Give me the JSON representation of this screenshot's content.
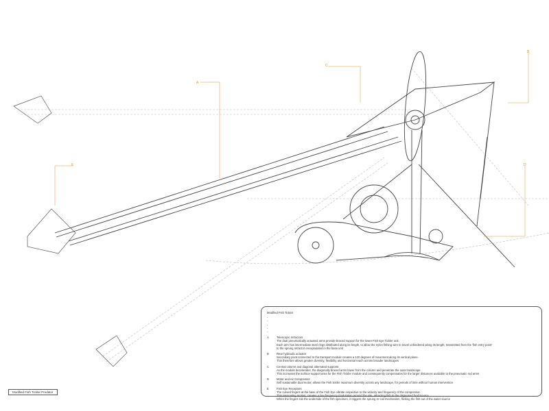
{
  "callouts": {
    "a": "A",
    "b": "B",
    "c": "C",
    "d": "D",
    "e": "E"
  },
  "accent_color": "#e8902a",
  "legend": {
    "title": "Modified Fish Tickler",
    "dashes": [
      "-",
      "-",
      "-",
      "-",
      "-"
    ],
    "entries": [
      {
        "key": "A",
        "heading": "Telescopic retractors",
        "lines": [
          "The dual pneumatically actuated arms provide braced support for the lower Fish Eye Tickler unit.",
          "Each arm has intermediate steel rings distributed along its length, to allow the nylon fishing wire to travel unhindered along its length, transmitted from the 'fish entry point'",
          "to the sprung retractor encapsulated in the base unit"
        ]
      },
      {
        "key": "B",
        "heading": "Rear hydraulic actuator",
        "lines": [
          "Secondary pivot connected to the transport module creates a 120 degrees of movement along its vertical plane.",
          "This therefore allows greater diversity, flexibility and horizontal reach across broader landscapes"
        ]
      },
      {
        "key": "C",
        "heading": "Central column and diagonal alternated supports",
        "lines": [
          "As the module decelerates, the diagonally braced arms lower from the column and penetrate the outer landscape",
          "This increases the surface support area for the Fish Tickler module and consequently compensates for the larger distances available to the pneumatic rod arms"
        ]
      },
      {
        "key": "D",
        "heading": "Motor and Air Compressor",
        "lines": [
          "Self sustainable dual motor, allows the Fish tickler maximum diversity across any landscape, for periods of time without human intervention"
        ]
      },
      {
        "key": "E",
        "heading": "Fish Eye Receptors",
        "lines": [
          "The curved fingers at the base of the Fish Eye vibrate respective to the velocity and frequency of the compressor.",
          "This resonating motion, creates a low frequency modulation around the site, attracting fish to the dispensed food source.",
          "When the fingers rub the underside of the fish specimen, it triggers the sprung re-coil mechanism, flicking the fish out of the water source"
        ]
      }
    ]
  },
  "caption": "Modified Fish Tickler Predator"
}
